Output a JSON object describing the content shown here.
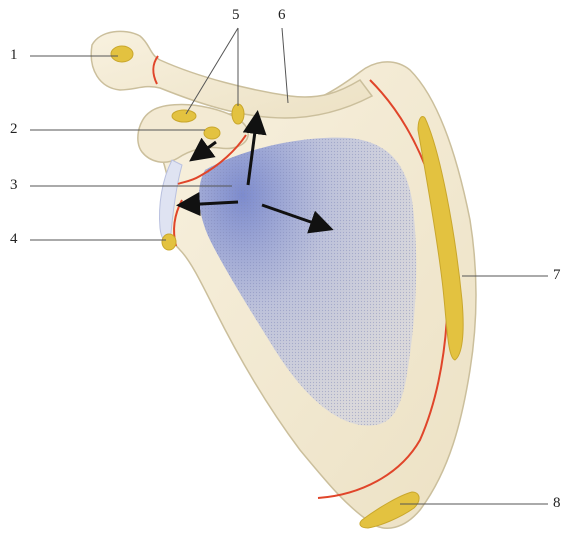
{
  "labels": {
    "l1": "1",
    "l2": "2",
    "l3": "3",
    "l4": "4",
    "l5": "5",
    "l6": "6",
    "l7": "7",
    "l8": "8"
  },
  "colors": {
    "bone": "#f3ead3",
    "bone_shadow": "#dcd0b0",
    "attachment_yellow": "#e3c240",
    "epiphysis_line": "#e0452a",
    "subscapular_fossa_blue": "#9aa6d8",
    "leader_line": "#555555",
    "arrow": "#111111"
  }
}
